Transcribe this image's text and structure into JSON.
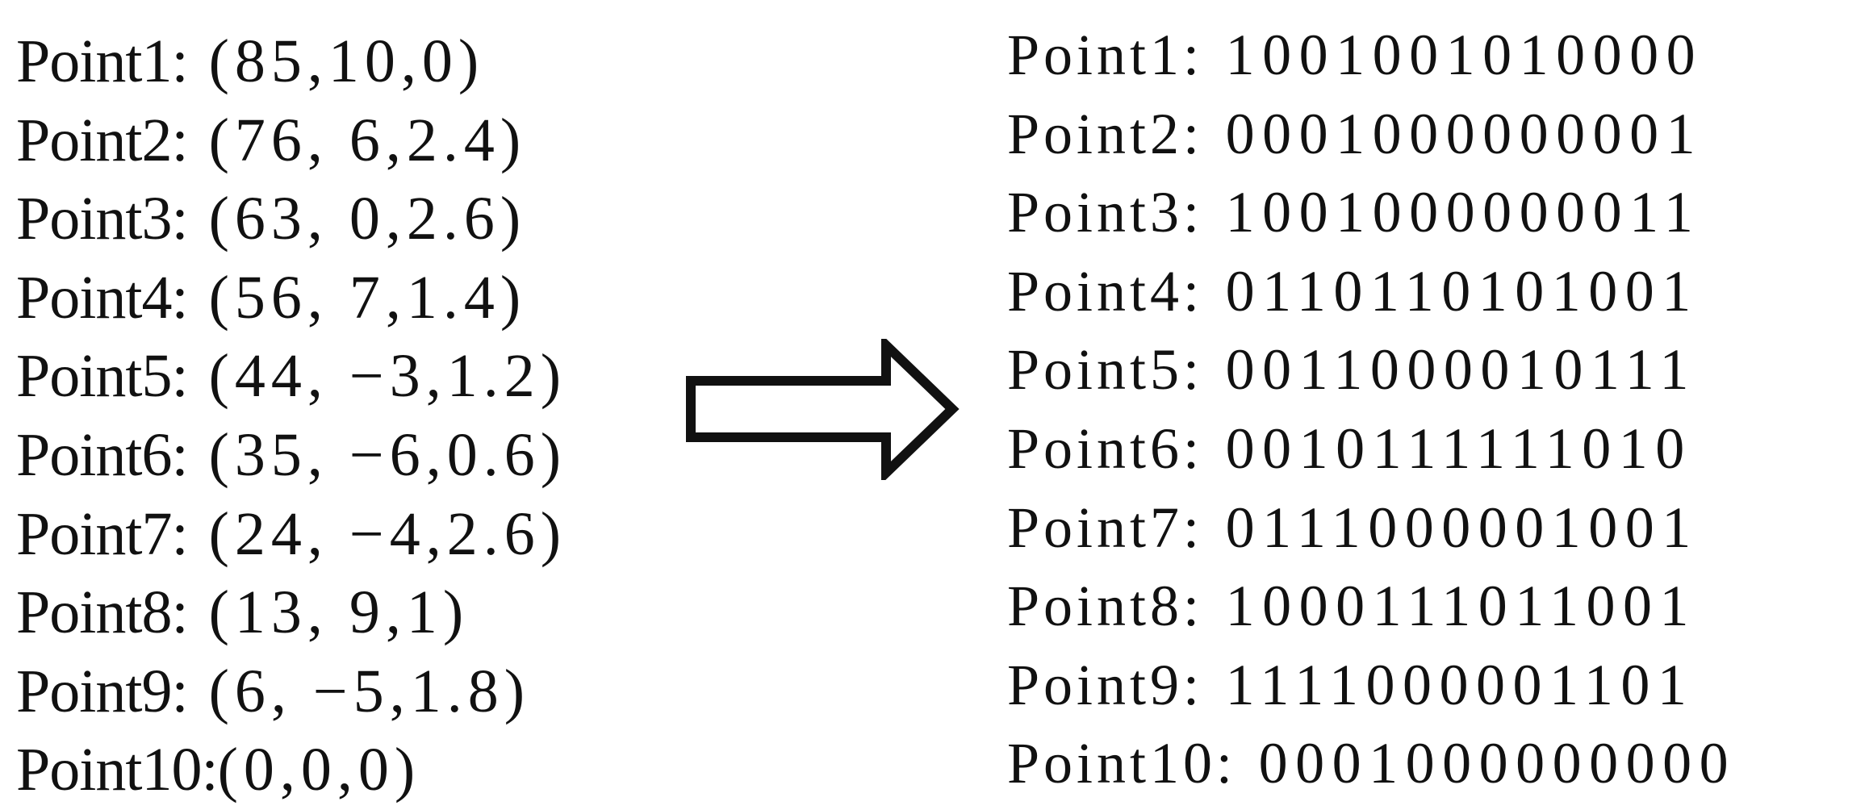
{
  "coordinates": [
    {
      "label": "Point1:",
      "value": " (85,10,0)"
    },
    {
      "label": "Point2:",
      "value": " (76, 6,2.4)"
    },
    {
      "label": "Point3:",
      "value": " (63, 0,2.6)"
    },
    {
      "label": "Point4:",
      "value": " (56, 7,1.4)"
    },
    {
      "label": "Point5:",
      "value": " (44, −3,1.2)"
    },
    {
      "label": "Point6:",
      "value": " (35, −6,0.6)"
    },
    {
      "label": "Point7:",
      "value": " (24, −4,2.6)"
    },
    {
      "label": "Point8:",
      "value": " (13, 9,1)"
    },
    {
      "label": "Point9:",
      "value": " (6, −5,1.8)"
    },
    {
      "label": "Point10:",
      "value": "(0,0,0)"
    }
  ],
  "codes": [
    {
      "label": "Point1:",
      "value": " 1001001010000"
    },
    {
      "label": "Point2:",
      "value": " 0001000000001"
    },
    {
      "label": "Point3:",
      "value": " 1001000000011"
    },
    {
      "label": "Point4:",
      "value": " 0110110101001"
    },
    {
      "label": "Point5:",
      "value": " 0011000010111"
    },
    {
      "label": "Point6:",
      "value": " 0010111111010"
    },
    {
      "label": "Point7:",
      "value": " 0111000001001"
    },
    {
      "label": "Point8:",
      "value": " 1000111011001"
    },
    {
      "label": "Point9:",
      "value": " 1111000001101"
    },
    {
      "label": "Point10:",
      "value": " 0001000000000"
    }
  ],
  "arrow_icon": "right-hollow-arrow"
}
